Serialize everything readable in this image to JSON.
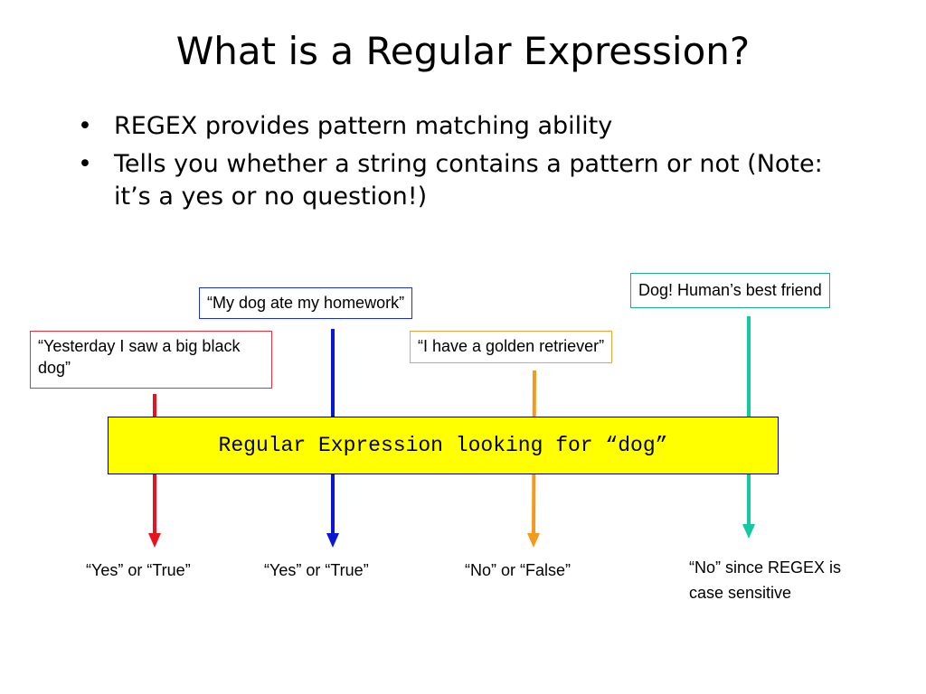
{
  "slide": {
    "title": "What is a Regular Expression?",
    "bullets": [
      "REGEX provides pattern matching ability",
      "Tells you whether a string contains a pattern or not (Note: it’s a yes or no question!)"
    ],
    "bullet_symbol": "•"
  },
  "diagram": {
    "regex_label": "Regular Expression looking for “dog”",
    "inputs": [
      {
        "text": "“Yesterday I saw a big black dog”",
        "color": "#e8303a"
      },
      {
        "text": "“My dog ate my homework”",
        "color": "#1c2fd8"
      },
      {
        "text": "“I have a golden retriever”",
        "color": "#f5a23c"
      },
      {
        "text": "Dog! Human’s best friend",
        "color": "#1aaf8e"
      }
    ],
    "arrow_colors": [
      "#e8121e",
      "#0a18d6",
      "#f39a1c",
      "#14c8a0"
    ],
    "results": [
      "“Yes” or “True”",
      "“Yes” or “True”",
      "“No” or “False”",
      "“No” since REGEX is case sensitive"
    ],
    "regex_fill": "#ffff00"
  }
}
